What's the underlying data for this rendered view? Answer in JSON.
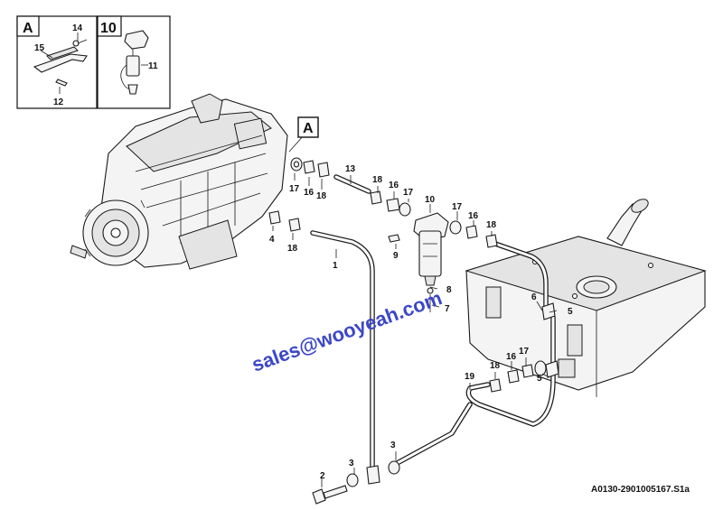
{
  "inset_A": {
    "letter": "A",
    "labels": [
      "14",
      "15",
      "12"
    ]
  },
  "inset_10": {
    "number": "10",
    "labels": [
      "11"
    ]
  },
  "view_marker": "A",
  "callouts": [
    {
      "id": "c17a",
      "text": "17"
    },
    {
      "id": "c16a",
      "text": "16"
    },
    {
      "id": "c18a",
      "text": "18"
    },
    {
      "id": "c13",
      "text": "13"
    },
    {
      "id": "c18b",
      "text": "18"
    },
    {
      "id": "c16b",
      "text": "16"
    },
    {
      "id": "c17b",
      "text": "17"
    },
    {
      "id": "c10",
      "text": "10"
    },
    {
      "id": "c17c",
      "text": "17"
    },
    {
      "id": "c16c",
      "text": "16"
    },
    {
      "id": "c18c",
      "text": "18"
    },
    {
      "id": "c4",
      "text": "4"
    },
    {
      "id": "c18d",
      "text": "18"
    },
    {
      "id": "c9",
      "text": "9"
    },
    {
      "id": "c1",
      "text": "1"
    },
    {
      "id": "c8",
      "text": "8"
    },
    {
      "id": "c7",
      "text": "7"
    },
    {
      "id": "c6",
      "text": "6"
    },
    {
      "id": "c5a",
      "text": "5"
    },
    {
      "id": "c17d",
      "text": "17"
    },
    {
      "id": "c16d",
      "text": "16"
    },
    {
      "id": "c18e",
      "text": "18"
    },
    {
      "id": "c19",
      "text": "19"
    },
    {
      "id": "c5b",
      "text": "5"
    },
    {
      "id": "c3a",
      "text": "3"
    },
    {
      "id": "c3b",
      "text": "3"
    },
    {
      "id": "c2",
      "text": "2"
    }
  ],
  "watermark": "sales@wooyeah.com",
  "drawing_ref": "A0130-2901005167.S1a"
}
